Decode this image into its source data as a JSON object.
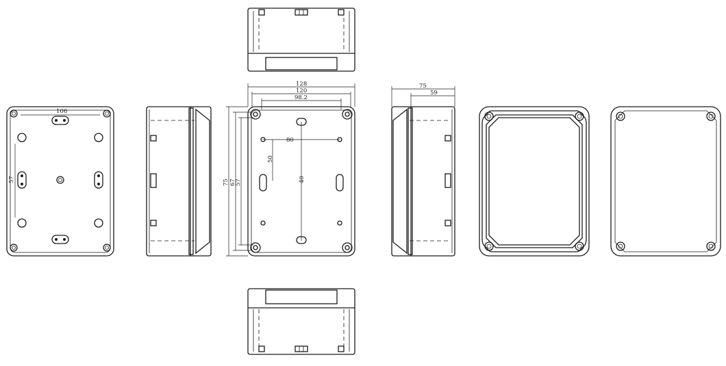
{
  "colors": {
    "stroke": "#1a1a1a",
    "background": "#ffffff"
  },
  "dimensions": {
    "bottom_view_width": "106",
    "bottom_view_height": "57",
    "front_outer_width": "128",
    "front_mid_width": "120",
    "front_inner_width": "98.2",
    "front_height_outer": "75",
    "front_height_2": "67",
    "front_height_3": "57",
    "hole_horizontal": "80",
    "hole_vertical": "50",
    "center_vertical": "40",
    "side_depth_outer": "75",
    "side_depth_inner": "59"
  }
}
